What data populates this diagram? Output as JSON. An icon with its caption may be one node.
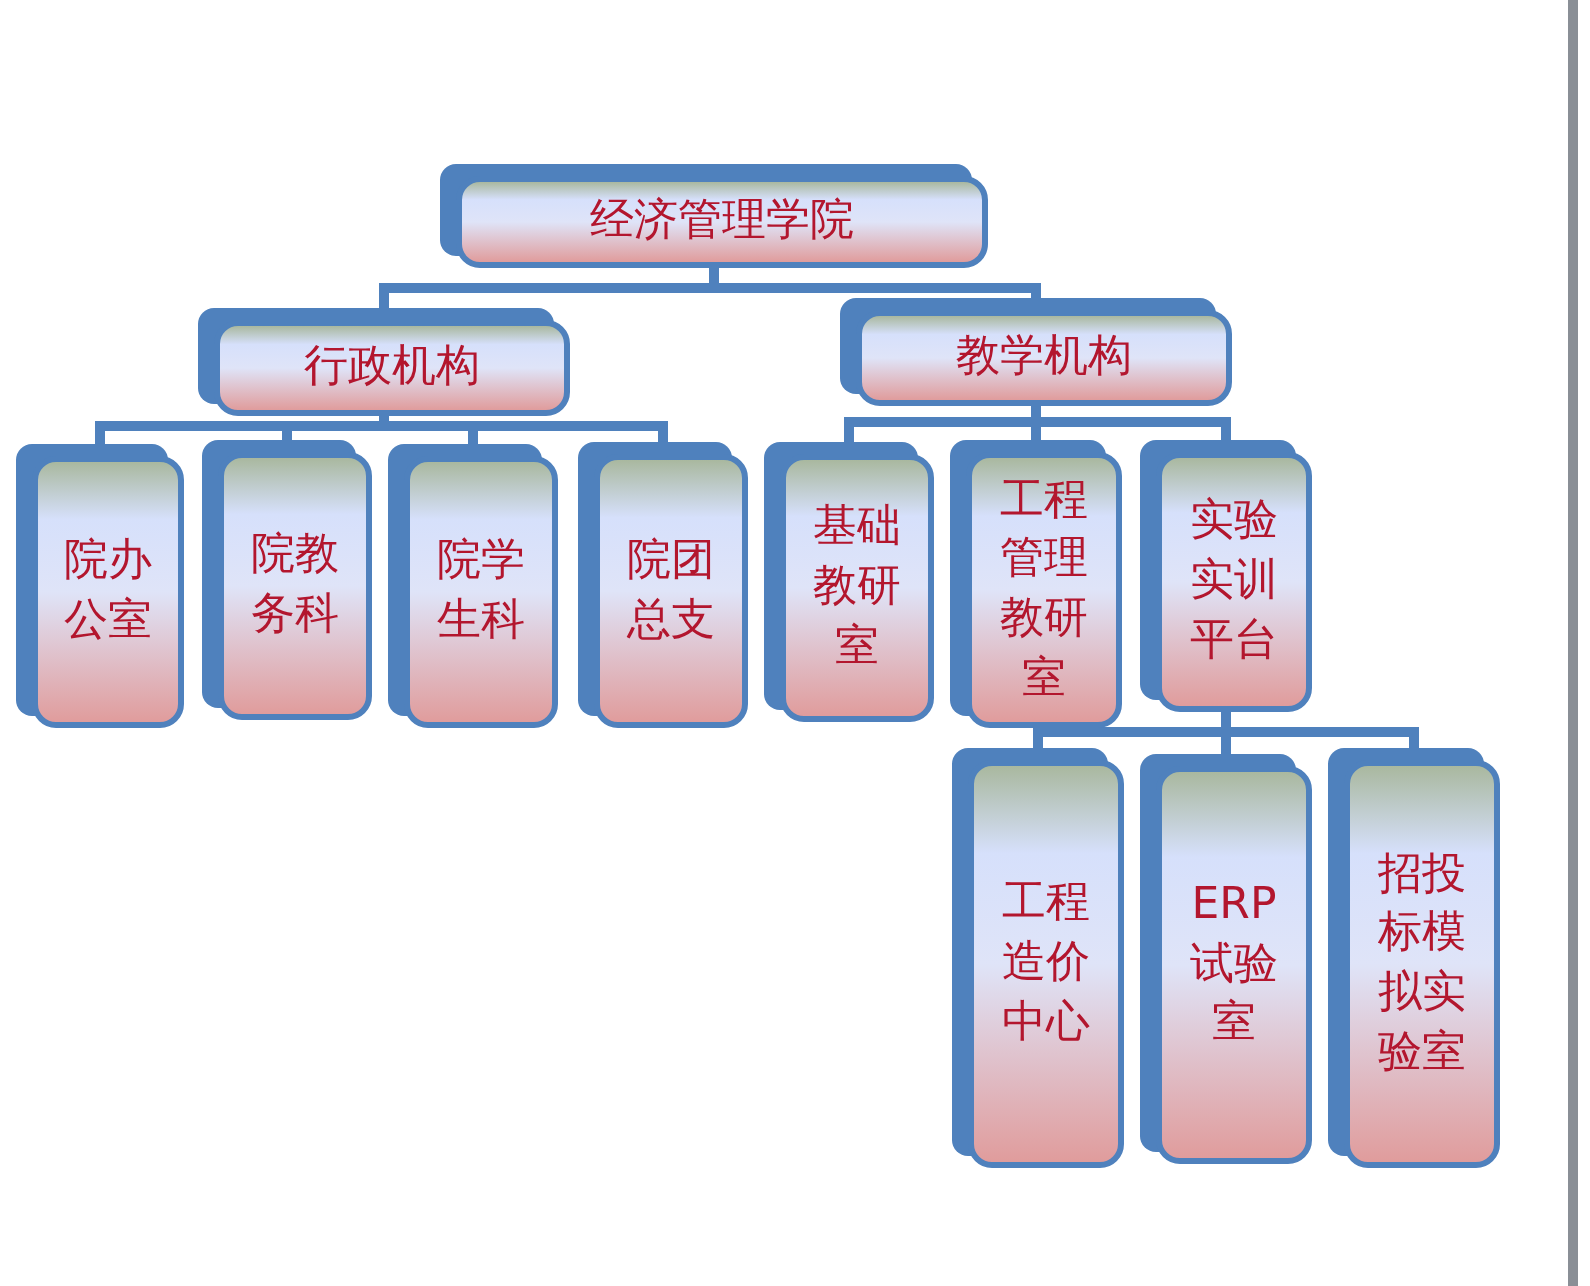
{
  "diagram": {
    "nodes": [
      {
        "text": [
          "经济管理学院"
        ]
      },
      {
        "text": [
          "行政机构"
        ]
      },
      {
        "text": [
          "教学机构"
        ]
      },
      {
        "text": [
          "院办公室"
        ]
      },
      {
        "text": [
          "院教务科"
        ]
      },
      {
        "text": [
          "院学生科"
        ]
      },
      {
        "text": [
          "院团总支"
        ]
      },
      {
        "text": [
          "基础教研室"
        ]
      },
      {
        "text": [
          "工程管理教研室"
        ]
      },
      {
        "text": [
          "实验实训平台"
        ]
      },
      {
        "text": [
          "工程造价中心"
        ]
      },
      {
        "text": [
          "ERP试验室"
        ]
      },
      {
        "text": [
          "招投标模拟实验室"
        ]
      }
    ],
    "edges": [
      {
        "from": 0,
        "to": 1,
        "arrow": "none"
      },
      {
        "from": 0,
        "to": 2,
        "arrow": "none"
      },
      {
        "from": 1,
        "to": 3,
        "arrow": "none"
      },
      {
        "from": 1,
        "to": 4,
        "arrow": "none"
      },
      {
        "from": 1,
        "to": 5,
        "arrow": "none"
      },
      {
        "from": 1,
        "to": 6,
        "arrow": "none"
      },
      {
        "from": 2,
        "to": 7,
        "arrow": "none"
      },
      {
        "from": 2,
        "to": 8,
        "arrow": "none"
      },
      {
        "from": 2,
        "to": 9,
        "arrow": "none"
      },
      {
        "from": 9,
        "to": 10,
        "arrow": "none"
      },
      {
        "from": 9,
        "to": 11,
        "arrow": "none"
      },
      {
        "from": 9,
        "to": 12,
        "arrow": "none"
      }
    ]
  }
}
